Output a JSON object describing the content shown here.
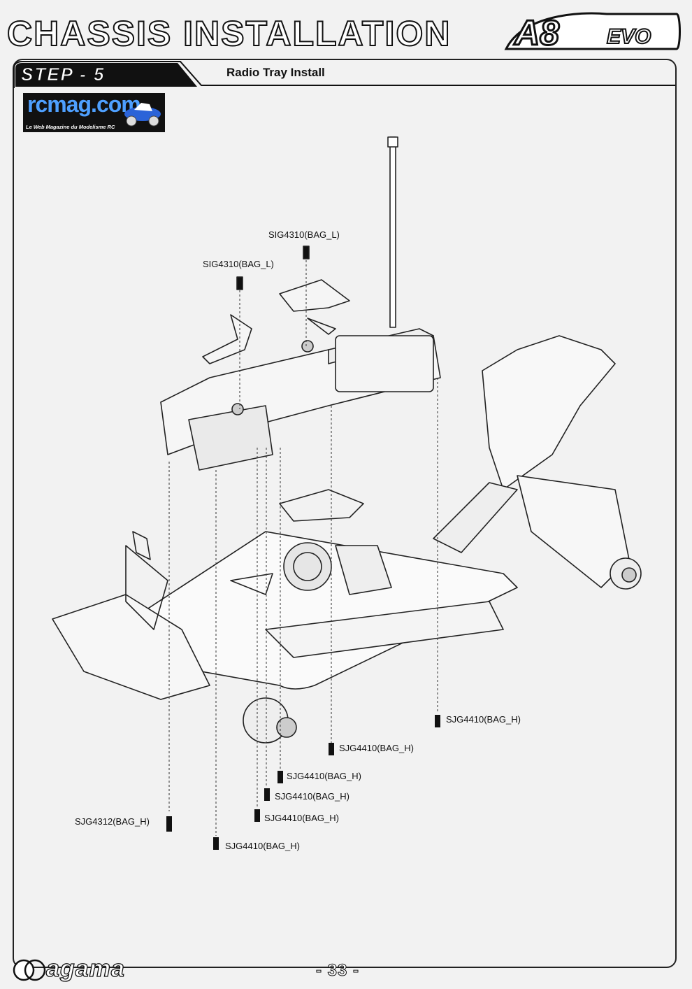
{
  "header": {
    "title": "CHASSIS INSTALLATION",
    "brand_model": "A8",
    "brand_suffix": "EVO"
  },
  "step": {
    "label": "STEP - 5",
    "subtitle": "Radio Tray Install"
  },
  "watermark": {
    "site": "rcmag.com",
    "tagline": "Le Web Magazine du Modelisme RC"
  },
  "parts": [
    {
      "code": "SIG4310(BAG_L)"
    },
    {
      "code": "SIG4310(BAG_L)"
    },
    {
      "code": "SJG4410(BAG_H)"
    },
    {
      "code": "SJG4410(BAG_H)"
    },
    {
      "code": "SJG4410(BAG_H)"
    },
    {
      "code": "SJG4410(BAG_H)"
    },
    {
      "code": "SJG4410(BAG_H)"
    },
    {
      "code": "SJG4312(BAG_H)"
    },
    {
      "code": "SJG4410(BAG_H)"
    }
  ],
  "footer": {
    "brand": "agama",
    "page_number": "- 33 -"
  }
}
